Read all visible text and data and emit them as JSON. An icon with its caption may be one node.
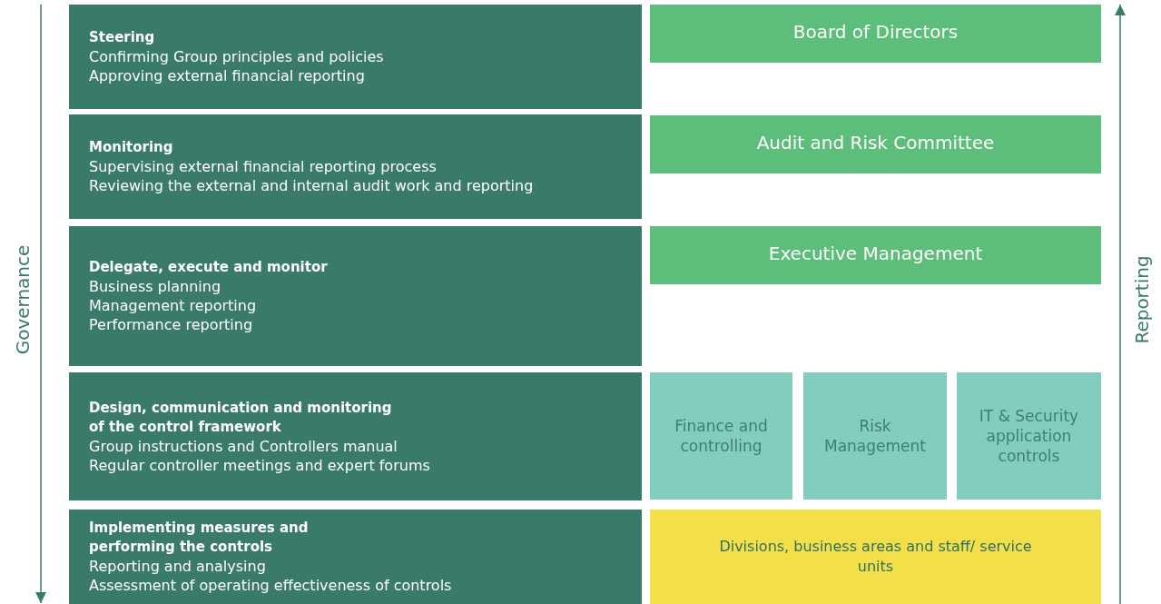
{
  "diagram": {
    "nodes": [
      {
        "text": [
          "Steering",
          "Confirming Group principles and policies",
          "Approving external financial reporting"
        ]
      },
      {
        "text": [
          "Monitoring",
          "Supervising external financial reporting process",
          "Reviewing the external and internal audit work and reporting"
        ]
      },
      {
        "text": [
          "Delegate, execute and monitor",
          "Business planning",
          "Management reporting",
          "Performance reporting"
        ]
      },
      {
        "text": [
          "Design, communication and monitoring of the control framework",
          "Group instructions and Controllers manual",
          "Regular controller meetings and expert forums"
        ]
      },
      {
        "text": [
          "Implementing measures and performing the controls",
          "Reporting and analysing",
          "Assessment of operating effectiveness of controls"
        ]
      },
      {
        "text": [
          "Board of Directors"
        ]
      },
      {
        "text": [
          "Audit and Risk Committee"
        ]
      },
      {
        "text": [
          "Executive Management"
        ]
      },
      {
        "text": [
          "Finance and controlling"
        ]
      },
      {
        "text": [
          "Risk Management"
        ]
      },
      {
        "text": [
          "IT & Security application controls"
        ]
      },
      {
        "text": [
          "Divisions, business areas and staff/ service units"
        ]
      }
    ],
    "edges": [],
    "labels": [
      "Governance",
      "Reporting"
    ]
  }
}
